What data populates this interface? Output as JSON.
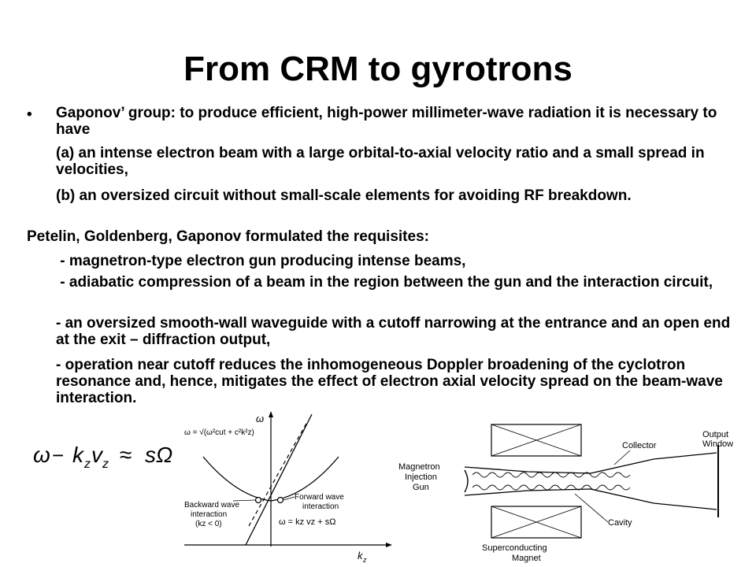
{
  "slide": {
    "title": "From CRM to gyrotrons",
    "bullet_text": "Gaponov’ group: to produce efficient, high-power millimeter-wave radiation it is necessary to have",
    "items": [
      "(a) an intense electron beam with a large orbital-to-axial velocity ratio and a small spread in velocities,",
      "(b) an oversized circuit without small-scale elements for avoiding RF breakdown."
    ],
    "requisites_heading": "Petelin, Goldenberg, Gaponov formulated the requisites:",
    "requisites": [
      " - magnetron-type electron gun producing intense beams,",
      " - adiabatic compression of a beam in the region between the gun and the interaction circuit,",
      "- an oversized smooth-wall waveguide with a cutoff narrowing at the entrance and an open end at the exit – diffraction output,",
      "- operation near cutoff reduces the inhomogeneous Doppler broadening of the cyclotron resonance and, hence, mitigates the effect of electron axial velocity spread on the beam-wave interaction."
    ]
  },
  "equation": {
    "lhs_omega": "ω",
    "minus": "− ",
    "k": "k",
    "k_sub": "z",
    "v": "v",
    "v_sub": "z",
    "approx": "≈",
    "rhs": "sΩ"
  },
  "dispersion_diagram": {
    "y_axis_label": "ω",
    "x_axis_label": "k",
    "x_axis_sub": "z",
    "curve_label": "ω = √(ω²cut + c²k²z)",
    "backward_label": [
      "Backward wave",
      "interaction",
      "(kz < 0)"
    ],
    "forward_label": [
      "Forward wave",
      "interaction"
    ],
    "line_label": "ω = kz vz + sΩ"
  },
  "gyrotron_schematic": {
    "labels": {
      "collector": "Collector",
      "output_window": [
        "Output",
        "Window"
      ],
      "gun": [
        "Magnetron",
        "Injection",
        "Gun"
      ],
      "cavity": "Cavity",
      "magnet": [
        "Superconducting",
        "Magnet"
      ]
    }
  }
}
